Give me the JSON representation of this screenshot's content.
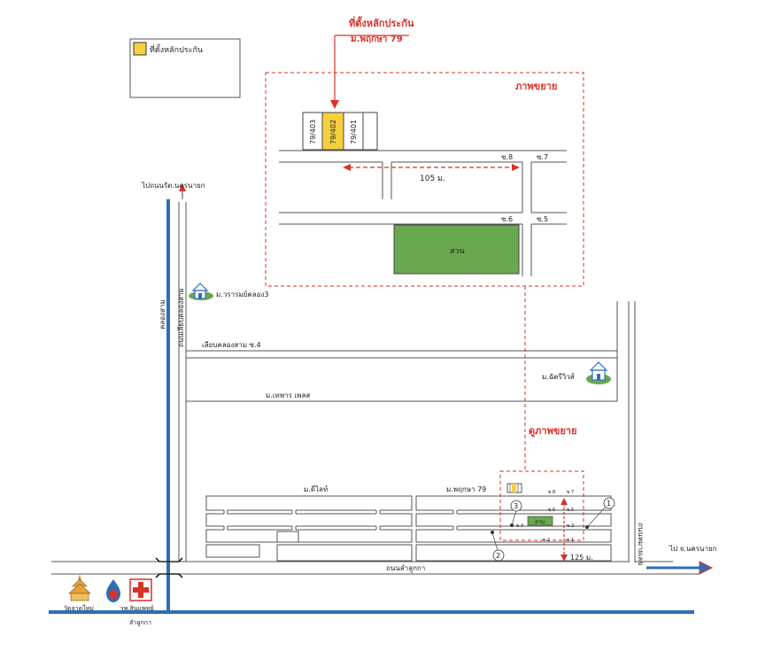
{
  "legend": {
    "label": "ที่ตั้งหลักประกัน",
    "swatch_color": "#f4d03f"
  },
  "callout": {
    "line1": "ที่ตั้งหลักประกัน",
    "line2": "ม.พฤกษา 79"
  },
  "inset": {
    "title": "ภาพขยาย",
    "houses": [
      "79/403",
      "79/402",
      "79/401"
    ],
    "distance": "105 ม.",
    "soi": {
      "s8": "ซ.8",
      "s7": "ซ.7",
      "s6": "ซ.6",
      "s5": "ซ.5"
    },
    "park": "สวน"
  },
  "see_zoom": "ดูภาพขยาย",
  "roads": {
    "to_nakhon_nayok_top": "ไปถนนรัต.นครนายก",
    "khlong_sam": "คลองสาม",
    "khlong_sam_road": "ถนนเลียบคลองสาม",
    "liap_khlong_soi4": "เลียบคลองสาม ซ.4",
    "lam_luk_ka_road": "ถนนลำลูกกา",
    "to_nakhon_nayok_right": "ไป จ.นครนายก",
    "right_vertical": "ถนนหมายเลข"
  },
  "villages": {
    "wara_rom": "ม.วรารมย์คลอง3",
    "chat_ri_wi": "ม.ฉัตรีวิวส์",
    "thawa_thong": "ม.เทพาร เพลส",
    "di_lai": "ม.ดีไลท์",
    "pruksa79": "ม.พฤกษา 79"
  },
  "mini": {
    "soi": {
      "s8": "ซ.8",
      "s7": "ซ.7",
      "s6": "ซ.6",
      "s5": "ซ.5",
      "s4": "ซ.4",
      "s3": "ซ.3",
      "s2": "ซ.2",
      "s1": "ซ.1"
    },
    "park": "สวน",
    "distance": "125 ม.",
    "markers": [
      "1",
      "2",
      "3"
    ]
  },
  "landmarks": {
    "temple": "วัดลาดใหม่",
    "hospital": "รพ.สินแพทย์",
    "district": "ลำลูกกา"
  },
  "colors": {
    "red": "#d9322b",
    "blue": "#2f6eb5",
    "park": "#6aa84f",
    "house": "#f4d03f"
  }
}
